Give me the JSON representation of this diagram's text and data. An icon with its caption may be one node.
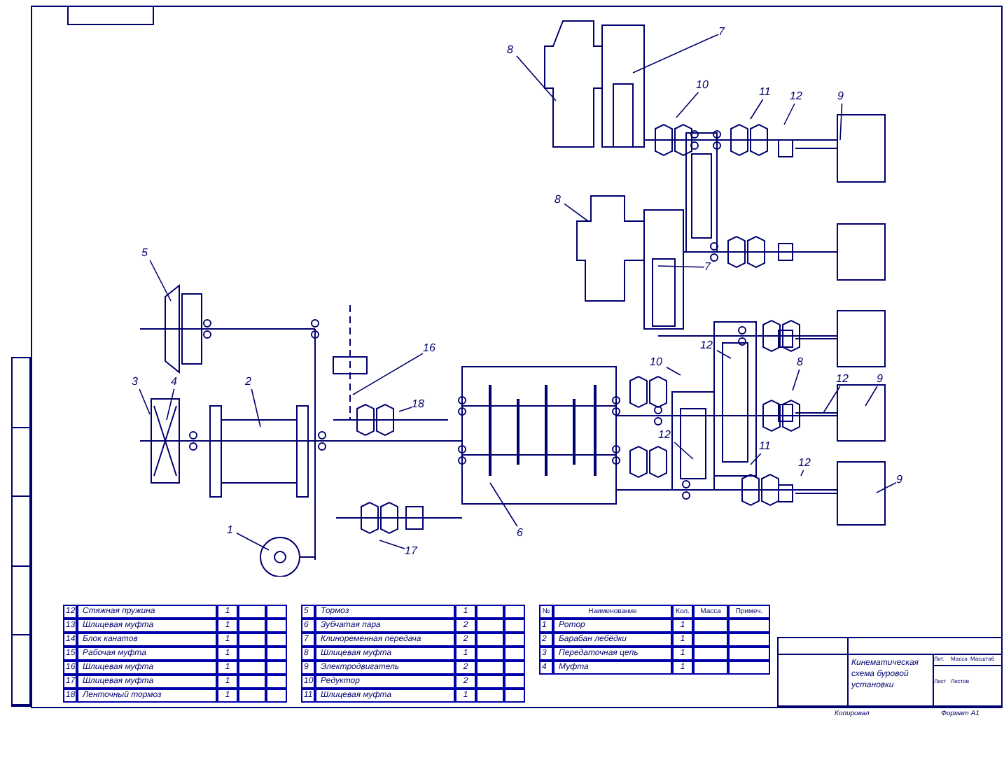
{
  "diagram": {
    "nodes": [
      {
        "text": [
          "8"
        ]
      },
      {
        "text": [
          "7"
        ]
      },
      {
        "text": [
          "10"
        ]
      },
      {
        "text": [
          "11"
        ]
      },
      {
        "text": [
          "12"
        ]
      },
      {
        "text": [
          "9"
        ]
      },
      {
        "text": [
          "8"
        ]
      },
      {
        "text": [
          "5"
        ]
      },
      {
        "text": [
          "7"
        ]
      },
      {
        "text": [
          "12"
        ]
      },
      {
        "text": [
          "16"
        ]
      },
      {
        "text": [
          "8"
        ]
      },
      {
        "text": [
          "10"
        ]
      },
      {
        "text": [
          "3"
        ]
      },
      {
        "text": [
          "4"
        ]
      },
      {
        "text": [
          "2"
        ]
      },
      {
        "text": [
          "12"
        ]
      },
      {
        "text": [
          "9"
        ]
      },
      {
        "text": [
          "18"
        ]
      },
      {
        "text": [
          "12"
        ]
      },
      {
        "text": [
          "11"
        ]
      },
      {
        "text": [
          "9"
        ]
      },
      {
        "text": [
          "12"
        ]
      },
      {
        "text": [
          "6"
        ]
      },
      {
        "text": [
          "1"
        ]
      },
      {
        "text": [
          "17"
        ]
      }
    ],
    "edges": [
      {
        "from": 0,
        "to": null,
        "arrow": "none"
      },
      {
        "from": 1,
        "to": null,
        "arrow": "none"
      },
      {
        "from": 2,
        "to": null,
        "arrow": "none"
      },
      {
        "from": 3,
        "to": null,
        "arrow": "none"
      },
      {
        "from": 4,
        "to": null,
        "arrow": "none"
      },
      {
        "from": 5,
        "to": null,
        "arrow": "none"
      },
      {
        "from": 6,
        "to": null,
        "arrow": "none"
      },
      {
        "from": 7,
        "to": null,
        "arrow": "none"
      },
      {
        "from": 8,
        "to": null,
        "arrow": "none"
      },
      {
        "from": 9,
        "to": null,
        "arrow": "none"
      },
      {
        "from": 10,
        "to": null,
        "arrow": "none"
      },
      {
        "from": 11,
        "to": null,
        "arrow": "none"
      },
      {
        "from": 12,
        "to": null,
        "arrow": "none"
      },
      {
        "from": 13,
        "to": null,
        "arrow": "none"
      },
      {
        "from": 14,
        "to": null,
        "arrow": "none"
      },
      {
        "from": 15,
        "to": null,
        "arrow": "none"
      },
      {
        "from": 16,
        "to": null,
        "arrow": "none"
      },
      {
        "from": 17,
        "to": null,
        "arrow": "none"
      },
      {
        "from": 18,
        "to": null,
        "arrow": "none"
      },
      {
        "from": 19,
        "to": null,
        "arrow": "none"
      },
      {
        "from": 20,
        "to": null,
        "arrow": "none"
      },
      {
        "from": 21,
        "to": null,
        "arrow": "none"
      },
      {
        "from": 22,
        "to": null,
        "arrow": "none"
      },
      {
        "from": 23,
        "to": null,
        "arrow": "none"
      },
      {
        "from": 24,
        "to": null,
        "arrow": "none"
      },
      {
        "from": 25,
        "to": null,
        "arrow": "none"
      }
    ],
    "labels": [
      "12",
      "Стяжная пружина",
      "1",
      "13",
      "Шлицевая муфта",
      "1",
      "14",
      "Блок канатов",
      "1",
      "15",
      "Рабочая муфта",
      "1",
      "16",
      "Шлицевая муфта",
      "1",
      "17",
      "Шлицевая муфта",
      "1",
      "18",
      "Ленточный тормоз",
      "1",
      "5",
      "Тормоз",
      "1",
      "6",
      "Зубчатая пара",
      "2",
      "7",
      "Клиноременная передача",
      "2",
      "8",
      "Шлицевая муфта",
      "1",
      "9",
      "Электродвигатель",
      "2",
      "10",
      "Редуктор",
      "2",
      "11",
      "Шлицевая муфта",
      "1",
      "№",
      "Наименование",
      "Кол.",
      "Масса",
      "Примеч.",
      "1",
      "Ротор",
      "1",
      "2",
      "Барабан лебёдки",
      "1",
      "3",
      "Передаточная цепь",
      "1",
      "4",
      "Муфта",
      "1",
      "Кинематическая схема буровой установки",
      "Лит.",
      "Масса",
      "Масштаб",
      "Лист",
      "Листов",
      "Копировал",
      "Формат А1"
    ]
  }
}
